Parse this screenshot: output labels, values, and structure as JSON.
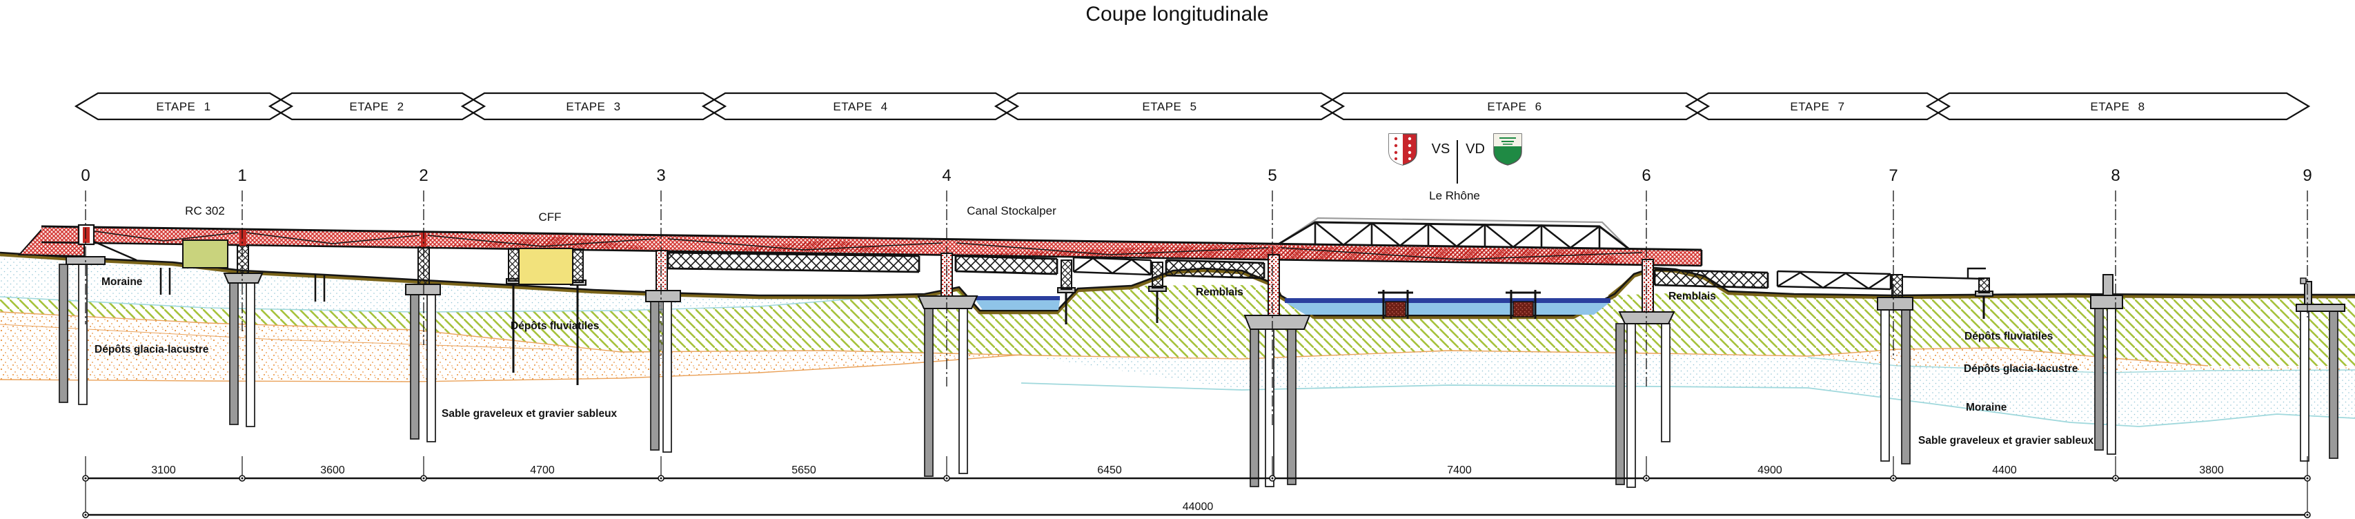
{
  "title": "Coupe longitudinale",
  "etapes": [
    {
      "label": "ETAPE 1"
    },
    {
      "label": "ETAPE 2"
    },
    {
      "label": "ETAPE 3"
    },
    {
      "label": "ETAPE 4"
    },
    {
      "label": "ETAPE 5"
    },
    {
      "label": "ETAPE 6"
    },
    {
      "label": "ETAPE 7"
    },
    {
      "label": "ETAPE 8"
    }
  ],
  "piers": [
    {
      "label": "0"
    },
    {
      "label": "1"
    },
    {
      "label": "2"
    },
    {
      "label": "3"
    },
    {
      "label": "4"
    },
    {
      "label": "5"
    },
    {
      "label": "6"
    },
    {
      "label": "7"
    },
    {
      "label": "8"
    },
    {
      "label": "9"
    }
  ],
  "structures": {
    "rc302": "RC 302",
    "cff": "CFF",
    "canal": "Canal Stockalper",
    "rhone": "Le Rhône",
    "canton_left": "VS",
    "canton_right": "VD",
    "remblais_left": "Remblais",
    "remblais_right": "Remblais"
  },
  "geology": {
    "left": [
      {
        "label": "Moraine"
      },
      {
        "label": "Dépôts glacia-lacustre"
      },
      {
        "label": "Dépôts fluviatiles"
      },
      {
        "label": "Sable graveleux et gravier sableux"
      }
    ],
    "right": [
      {
        "label": "Dépôts fluviatiles"
      },
      {
        "label": "Dépôts glacia-lacustre"
      },
      {
        "label": "Moraine"
      },
      {
        "label": "Sable graveleux et gravier sableux"
      }
    ]
  },
  "dimensions": {
    "spans": [
      {
        "value": "3100"
      },
      {
        "value": "3600"
      },
      {
        "value": "4700"
      },
      {
        "value": "5650"
      },
      {
        "value": "6450"
      },
      {
        "value": "7400"
      },
      {
        "value": "4900"
      },
      {
        "value": "4400"
      },
      {
        "value": "3800"
      }
    ],
    "total": "44000"
  },
  "colors": {
    "deck_red": "#d2302c",
    "green_hatch": "#a6c23c",
    "orange_dots": "#e8913c",
    "blue_dots": "#8fc3d4",
    "water": "#8fc4e8",
    "water_dark": "#2b3f9e",
    "cff_yellow": "#f2e27c",
    "rc302_green": "#c9d37d",
    "ground_olive": "#7a641a",
    "shield_red": "#c8252c",
    "shield_green": "#1f8a44"
  }
}
